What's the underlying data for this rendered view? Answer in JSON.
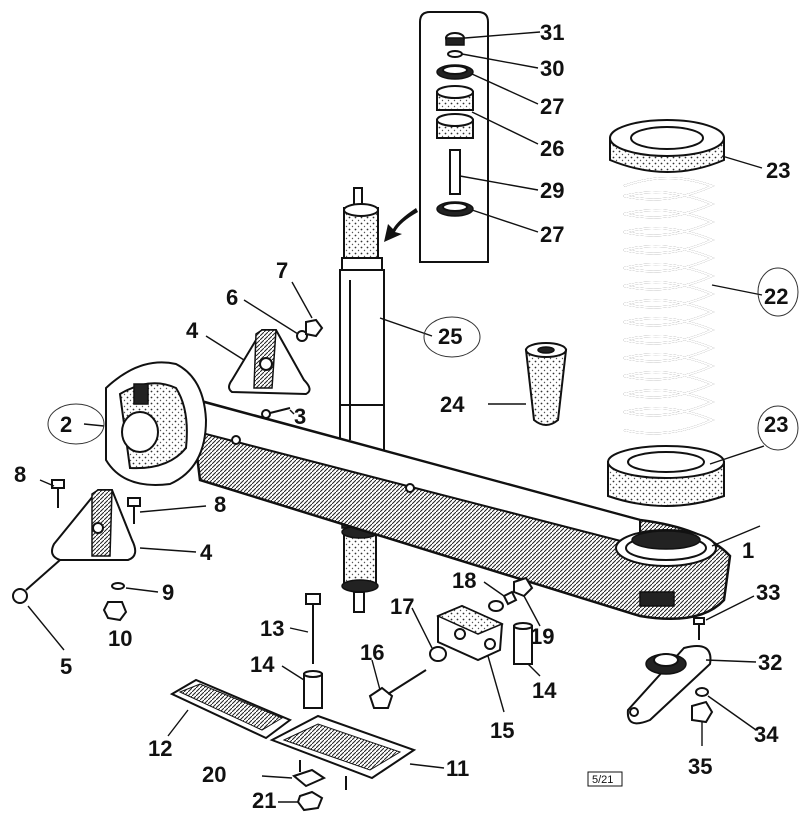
{
  "labels": {
    "l1": "1",
    "l2": "2",
    "l3": "3",
    "l4a": "4",
    "l4b": "4",
    "l5": "5",
    "l6": "6",
    "l7": "7",
    "l8a": "8",
    "l8b": "8",
    "l9": "9",
    "l10": "10",
    "l11": "11",
    "l12": "12",
    "l13": "13",
    "l14a": "14",
    "l14b": "14",
    "l15": "15",
    "l16": "16",
    "l17": "17",
    "l18": "18",
    "l19": "19",
    "l20": "20",
    "l21": "21",
    "l22": "22",
    "l23a": "23",
    "l23b": "23",
    "l24": "24",
    "l25": "25",
    "l26": "26",
    "l27a": "27",
    "l27b": "27",
    "l29": "29",
    "l30": "30",
    "l31": "31",
    "l32": "32",
    "l33": "33",
    "l34": "34",
    "l35": "35"
  },
  "figure_ref": "5/21"
}
